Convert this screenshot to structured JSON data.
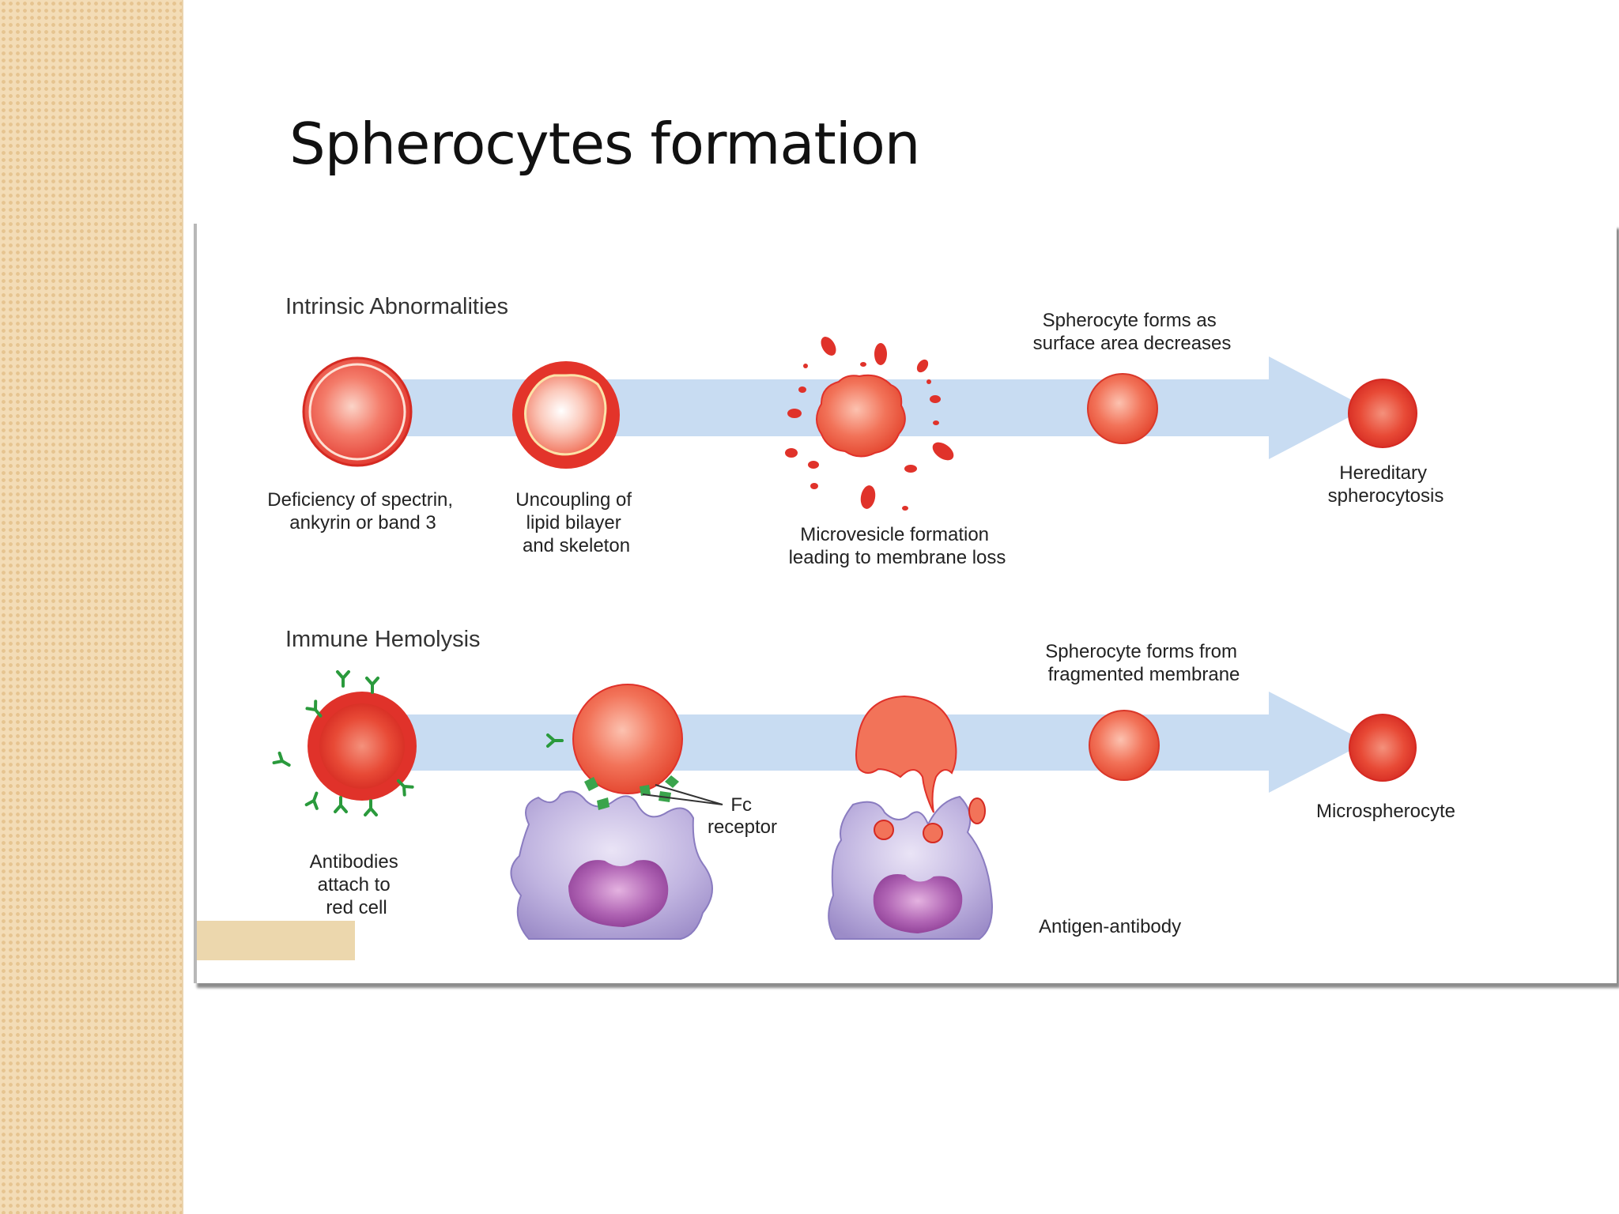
{
  "slide": {
    "title": "Spherocytes formation",
    "colors": {
      "background": "#ffffff",
      "side_strip": "#f3dcb6",
      "arrow": "#c8dcf2",
      "red_cell": "#e2312a",
      "macrophage": "#b4a6d8",
      "antibody": "#2a9a3c"
    }
  },
  "diagram": {
    "intrinsic": {
      "heading": "Intrinsic Abnormalities",
      "label_1": [
        "Deficiency of spectrin,",
        "ankyrin or band 3"
      ],
      "label_2": [
        "Uncoupling of",
        "lipid bilayer",
        "and skeleton"
      ],
      "label_3": [
        "Microvesicle formation",
        "leading to membrane loss"
      ],
      "label_4": [
        "Spherocyte forms as",
        "surface area decreases"
      ],
      "label_5": [
        "Hereditary",
        "spherocytosis"
      ]
    },
    "immune": {
      "heading": "Immune Hemolysis",
      "label_1": [
        "Antibodies",
        "attach to",
        "red cell"
      ],
      "label_2": [
        "Fc",
        "receptor"
      ],
      "label_3": [
        "Spherocyte forms from",
        "fragmented membrane"
      ],
      "label_4": [
        "Microspherocyte"
      ],
      "label_5": [
        "Antigen-antibody"
      ]
    }
  }
}
